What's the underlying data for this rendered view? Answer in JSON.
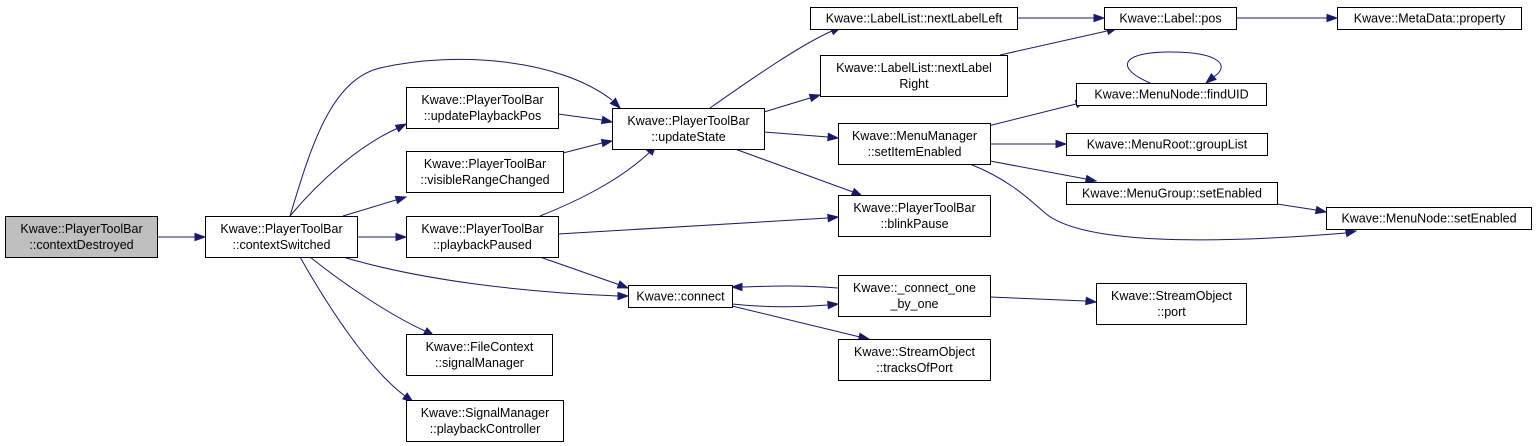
{
  "graph": {
    "colors": {
      "node_fill": "#ffffff",
      "highlight_fill": "#bfbfbf",
      "border": "#000000",
      "edge": "#191970"
    },
    "nodes": [
      {
        "id": "contextDestroyed",
        "lines": [
          "Kwave::PlayerToolBar",
          "::contextDestroyed"
        ],
        "highlight": true
      },
      {
        "id": "contextSwitched",
        "lines": [
          "Kwave::PlayerToolBar",
          "::contextSwitched"
        ]
      },
      {
        "id": "updatePlaybackPos",
        "lines": [
          "Kwave::PlayerToolBar",
          "::updatePlaybackPos"
        ]
      },
      {
        "id": "visibleRangeChanged",
        "lines": [
          "Kwave::PlayerToolBar",
          "::visibleRangeChanged"
        ]
      },
      {
        "id": "playbackPaused",
        "lines": [
          "Kwave::PlayerToolBar",
          "::playbackPaused"
        ]
      },
      {
        "id": "fileContextSignalManager",
        "lines": [
          "Kwave::FileContext",
          "::signalManager"
        ]
      },
      {
        "id": "playbackController",
        "lines": [
          "Kwave::SignalManager",
          "::playbackController"
        ]
      },
      {
        "id": "updateState",
        "lines": [
          "Kwave::PlayerToolBar",
          "::updateState"
        ]
      },
      {
        "id": "connect",
        "lines": [
          "Kwave::connect"
        ]
      },
      {
        "id": "nextLabelLeft",
        "lines": [
          "Kwave::LabelList::nextLabelLeft"
        ]
      },
      {
        "id": "nextLabelRight",
        "lines": [
          "Kwave::LabelList::nextLabel",
          "Right"
        ]
      },
      {
        "id": "setItemEnabled",
        "lines": [
          "Kwave::MenuManager",
          "::setItemEnabled"
        ]
      },
      {
        "id": "blinkPause",
        "lines": [
          "Kwave::PlayerToolBar",
          "::blinkPause"
        ]
      },
      {
        "id": "connectOneByOne",
        "lines": [
          "Kwave::_connect_one",
          "_by_one"
        ]
      },
      {
        "id": "tracksOfPort",
        "lines": [
          "Kwave::StreamObject",
          "::tracksOfPort"
        ]
      },
      {
        "id": "labelPos",
        "lines": [
          "Kwave::Label::pos"
        ]
      },
      {
        "id": "findUID",
        "lines": [
          "Kwave::MenuNode::findUID"
        ]
      },
      {
        "id": "groupList",
        "lines": [
          "Kwave::MenuRoot::groupList"
        ]
      },
      {
        "id": "menuGroupSetEnabled",
        "lines": [
          "Kwave::MenuGroup::setEnabled"
        ]
      },
      {
        "id": "streamObjectPort",
        "lines": [
          "Kwave::StreamObject",
          "::port"
        ]
      },
      {
        "id": "metaDataProperty",
        "lines": [
          "Kwave::MetaData::property"
        ]
      },
      {
        "id": "menuNodeSetEnabled",
        "lines": [
          "Kwave::MenuNode::setEnabled"
        ]
      }
    ],
    "edges": [
      {
        "from": "contextDestroyed",
        "to": "contextSwitched"
      },
      {
        "from": "contextSwitched",
        "to": "updatePlaybackPos"
      },
      {
        "from": "contextSwitched",
        "to": "visibleRangeChanged"
      },
      {
        "from": "contextSwitched",
        "to": "playbackPaused"
      },
      {
        "from": "contextSwitched",
        "to": "updateState"
      },
      {
        "from": "contextSwitched",
        "to": "connect"
      },
      {
        "from": "contextSwitched",
        "to": "fileContextSignalManager"
      },
      {
        "from": "contextSwitched",
        "to": "playbackController"
      },
      {
        "from": "updatePlaybackPos",
        "to": "updateState"
      },
      {
        "from": "visibleRangeChanged",
        "to": "updateState"
      },
      {
        "from": "playbackPaused",
        "to": "updateState"
      },
      {
        "from": "playbackPaused",
        "to": "blinkPause"
      },
      {
        "from": "playbackPaused",
        "to": "connect"
      },
      {
        "from": "updateState",
        "to": "nextLabelLeft"
      },
      {
        "from": "updateState",
        "to": "nextLabelRight"
      },
      {
        "from": "updateState",
        "to": "setItemEnabled"
      },
      {
        "from": "updateState",
        "to": "blinkPause"
      },
      {
        "from": "nextLabelLeft",
        "to": "labelPos"
      },
      {
        "from": "nextLabelRight",
        "to": "labelPos"
      },
      {
        "from": "labelPos",
        "to": "metaDataProperty"
      },
      {
        "from": "setItemEnabled",
        "to": "findUID"
      },
      {
        "from": "setItemEnabled",
        "to": "groupList"
      },
      {
        "from": "setItemEnabled",
        "to": "menuGroupSetEnabled"
      },
      {
        "from": "setItemEnabled",
        "to": "menuNodeSetEnabled"
      },
      {
        "from": "findUID",
        "to": "findUID"
      },
      {
        "from": "menuGroupSetEnabled",
        "to": "menuNodeSetEnabled"
      },
      {
        "from": "connect",
        "to": "connectOneByOne"
      },
      {
        "from": "connect",
        "to": "tracksOfPort"
      },
      {
        "from": "connectOneByOne",
        "to": "connect"
      },
      {
        "from": "connectOneByOne",
        "to": "streamObjectPort"
      }
    ]
  }
}
